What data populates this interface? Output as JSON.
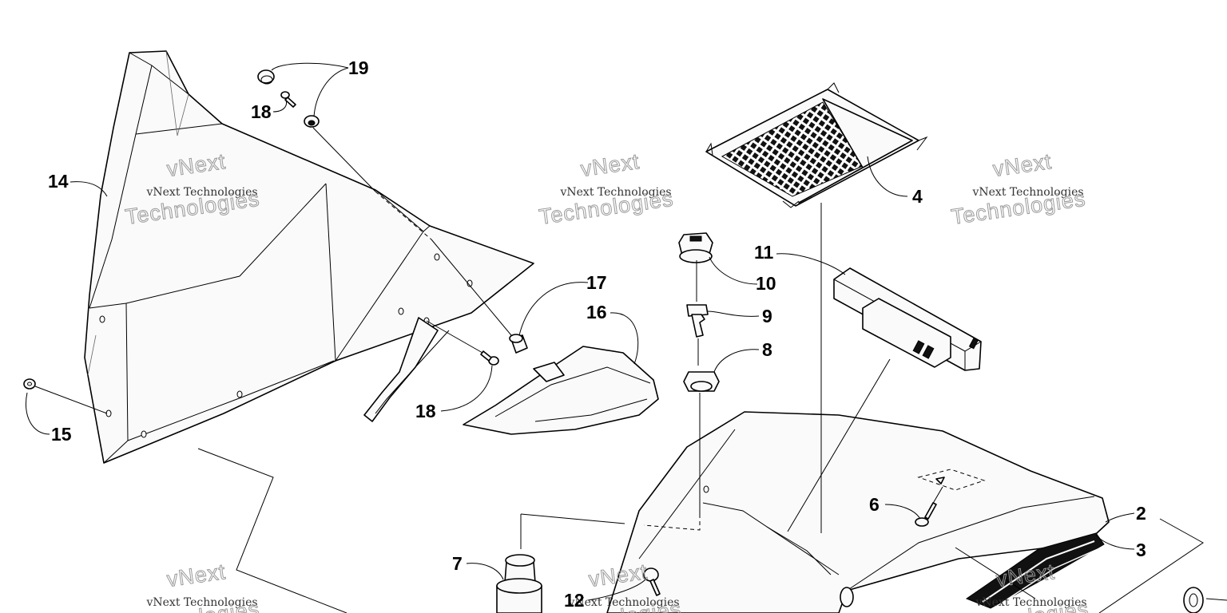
{
  "diagram": {
    "callouts": [
      "19",
      "18",
      "14",
      "4",
      "11",
      "10",
      "17",
      "16",
      "9",
      "8",
      "18",
      "15",
      "6",
      "2",
      "3",
      "7",
      "12"
    ],
    "watermark": {
      "line1": "vNext Technologies",
      "line2": "Technologies",
      "brand": "vNext"
    }
  }
}
